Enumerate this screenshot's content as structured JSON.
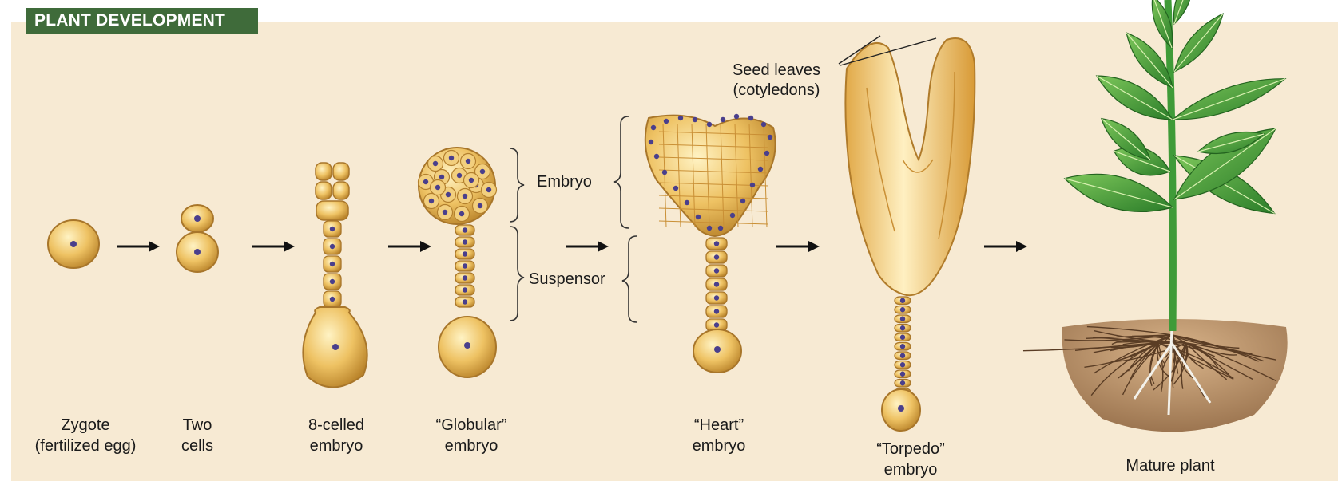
{
  "title": "PLANT DEVELOPMENT",
  "stages": [
    {
      "line1": "Zygote",
      "line2": "(fertilized egg)"
    },
    {
      "line1": "Two",
      "line2": "cells"
    },
    {
      "line1": "8-celled",
      "line2": "embryo"
    },
    {
      "line1": "“Globular”",
      "line2": "embryo"
    },
    {
      "line1": "“Heart”",
      "line2": "embryo"
    },
    {
      "line1": "“Torpedo”",
      "line2": "embryo"
    },
    {
      "line1": "Mature plant"
    }
  ],
  "annotations": {
    "embryo": "Embryo",
    "suspensor": "Suspensor",
    "seed_leaves_1": "Seed leaves",
    "seed_leaves_2": "(cotyledons)"
  },
  "colors": {
    "background": "#f7ead3",
    "title_bar": "#3f6b3a",
    "cell": "#e8b34a",
    "nucleus": "#4a3f8c",
    "leaf": "#3f9b38",
    "soil": "#b8926a"
  }
}
